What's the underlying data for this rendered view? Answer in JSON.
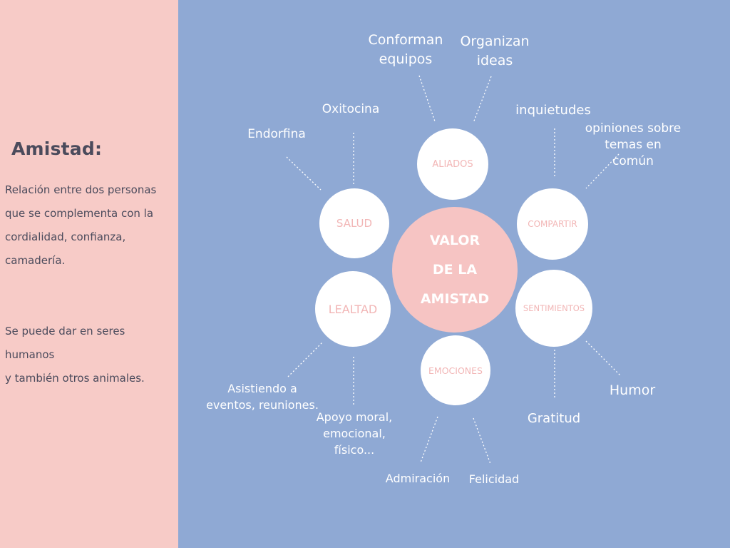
{
  "sidebar": {
    "title": "Amistad:",
    "definition": "Relación entre dos personas\nque se complementa con la\ncordialidad, confianza,\ncamadería.",
    "note": "Se puede dar en seres\nhumanos\ny también otros animales."
  },
  "diagram": {
    "center": "VALOR\nDE LA\nAMISTAD",
    "nodes": {
      "aliados": "ALIADOS",
      "salud": "SALUD",
      "compartir": "COMPARTIR",
      "lealtad": "LEALTAD",
      "sentimientos": "SENTIMIENTOS",
      "emociones": "EMOCIONES"
    },
    "labels": {
      "conforman": "Conforman\nequipos",
      "organizan": "Organizan\nideas",
      "oxitocina": "Oxitocina",
      "endorfina": "Endorfina",
      "inquietudes": "inquietudes",
      "opiniones": "opiniones sobre\ntemas en común",
      "asistiendo": "Asistiendo a\neventos, reuniones.",
      "apoyo": "Apoyo moral,\nemocional,\nfísico...",
      "humor": "Humor",
      "gratitud": "Gratitud",
      "admiracion": "Admiración",
      "felicidad": "Felicidad"
    }
  },
  "colors": {
    "sidebar_bg": "#f7cbc7",
    "main_bg": "#8fa9d4",
    "center_fill": "#f6c4c3",
    "node_text": "#f2b6b6",
    "text_dark": "#4b4b5c"
  }
}
